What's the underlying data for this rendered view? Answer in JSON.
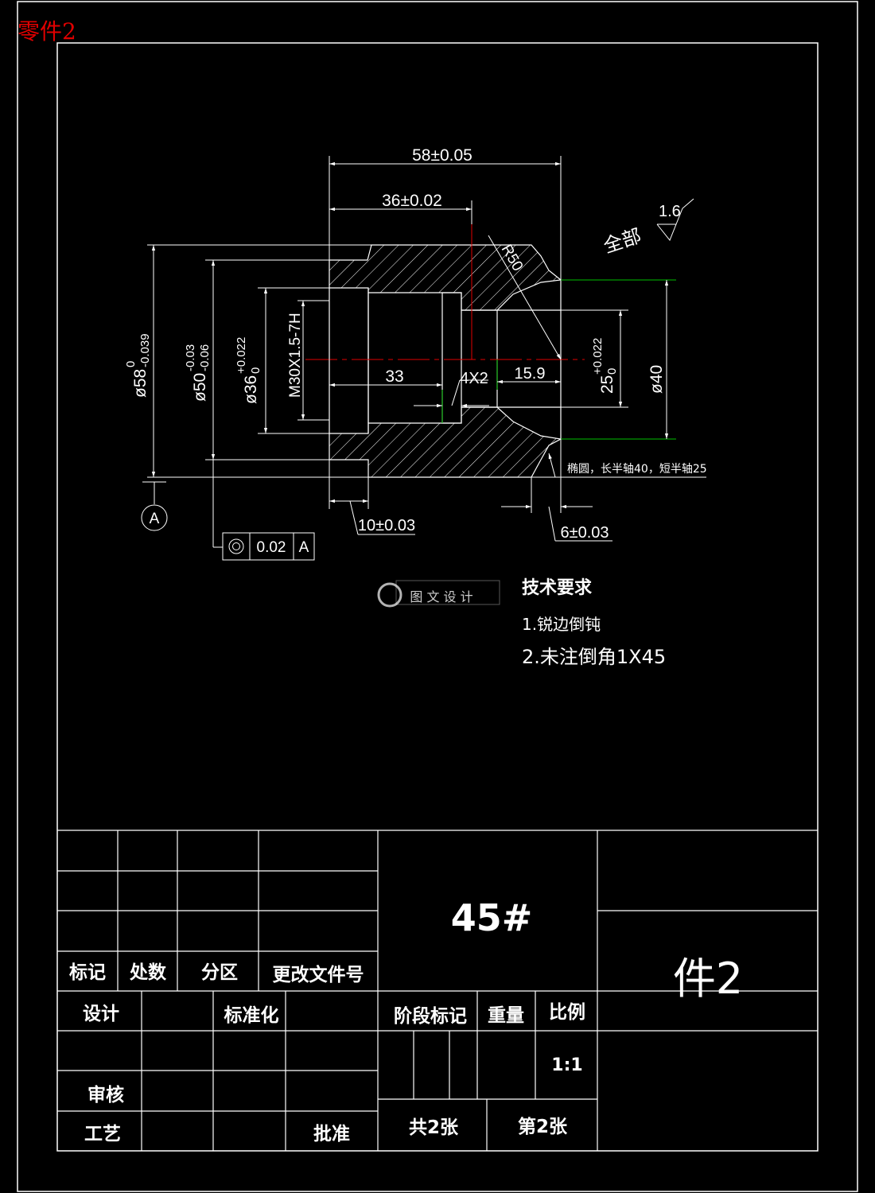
{
  "page_label": "零件2",
  "dimensions": {
    "d58": "58",
    "d58_tol": "±0.05",
    "d36": "36",
    "d36_tol": "±0.02",
    "r50": "R50",
    "surface_value": "1.6",
    "surface_scope": "全部",
    "dia58_main": "ø58",
    "dia58_up": "0",
    "dia58_low": "-0.039",
    "dia50_main": "ø50",
    "dia50_up": "-0.03",
    "dia50_low": "-0.06",
    "dia36_main": "ø36",
    "dia36_up": "+0.022",
    "dia36_low": "0",
    "thread": "M30X1.5-7H",
    "len33": "33",
    "chamfer": "4X2",
    "len159": "15.9",
    "dia25_main": "25",
    "dia25_up": "+0.022",
    "dia25_low": "0",
    "dia40": "ø40",
    "ellipse_note": "椭圆，长半轴40，短半轴25",
    "len10": "10",
    "len10_tol": "±0.03",
    "len6": "6",
    "len6_tol": "±0.03",
    "datum": "A",
    "coax_value": "0.02",
    "coax_ref": "A"
  },
  "watermark": "图 文 设 计",
  "tech": {
    "title": "技术要求",
    "line1": "1.锐边倒钝",
    "line2": "2.未注倒角1X45"
  },
  "title_block": {
    "mark": "标记",
    "count": "处数",
    "zone": "分区",
    "change_doc": "更改文件号",
    "design": "设计",
    "standard": "标准化",
    "review": "审核",
    "process": "工艺",
    "approve": "批准",
    "stage": "阶段标记",
    "weight": "重量",
    "scale": "比例",
    "scale_value": "1:1",
    "material": "45#",
    "part_name": "件2",
    "sheets_total": "共2张",
    "sheet_no": "第2张"
  }
}
